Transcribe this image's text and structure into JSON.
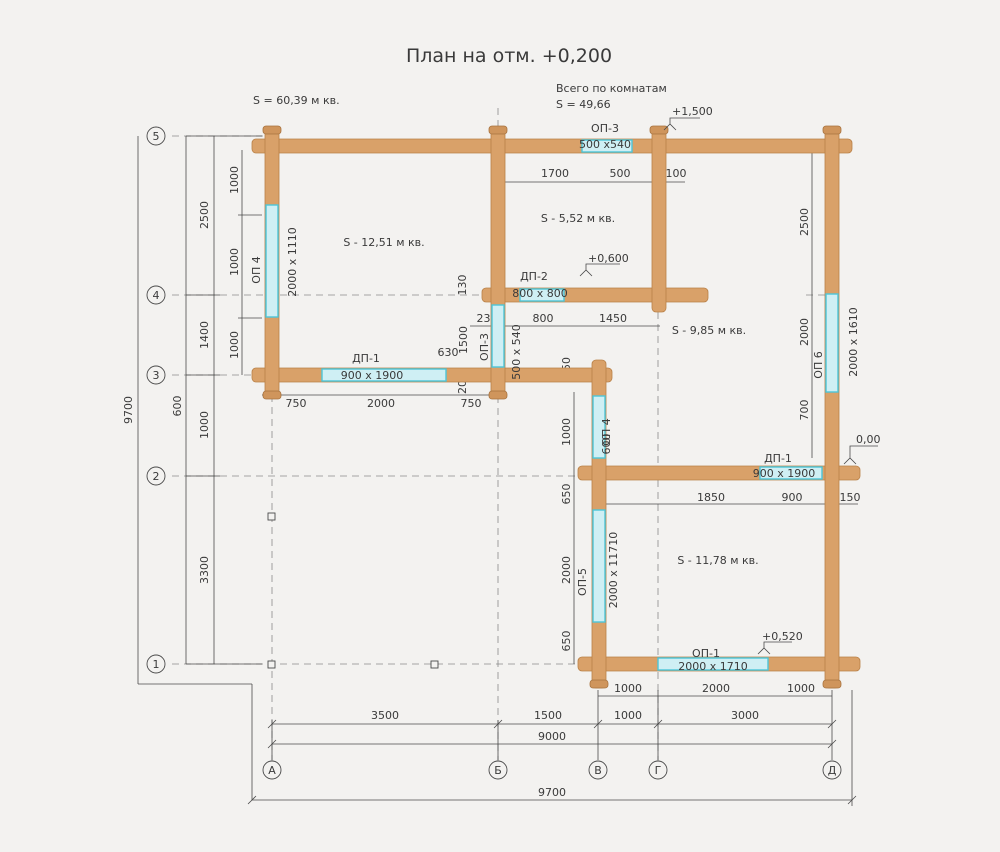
{
  "title": "План на отм. +0,200",
  "totals": {
    "area_total": "S  =  60,39 м кв.",
    "rooms_caption": "Всего по комнатам",
    "rooms_area": "S  =  49,66"
  },
  "rooms": [
    {
      "id": "room-1",
      "text": "S  -  12,51 м кв."
    },
    {
      "id": "room-2",
      "text": "S  -  5,52 м кв."
    },
    {
      "id": "room-3",
      "text": "S  -  9,85 м кв."
    },
    {
      "id": "room-4",
      "text": "S  -  11,78 м кв."
    }
  ],
  "axes": {
    "rows": [
      "5",
      "4",
      "3",
      "2",
      "1"
    ],
    "cols": [
      "А",
      "Б",
      "В",
      "Г",
      "Д"
    ]
  },
  "openings": {
    "op3_top_label": "ОП-3",
    "op3_top_size": "500 х540",
    "op4_label": "ОП 4",
    "op4_size": "2000 х 1110",
    "dp2_label": "ДП-2",
    "dp2_size": "800 х 800",
    "op3_mid_label": "ОП-3",
    "op3_mid_size": "500 х 540",
    "dp1_left_label": "ДП-1",
    "dp1_left_size": "900 х 1900",
    "op4b_label": "ОП 4",
    "op4b_size": "600",
    "dp1_right_label": "ДП-1",
    "dp1_right_size": "900 х 1900",
    "op6_label": "ОП 6",
    "op6_size": "2000 х 1610",
    "op5_label": "ОП-5",
    "op5_size": "2000 х 11710",
    "op1_label": "ОП-1",
    "op1_size": "2000 х 1710"
  },
  "levels": {
    "l1500": "+1,500",
    "l0600": "+0,600",
    "l0000": "0,00",
    "l0520": "+0,520"
  },
  "dims": {
    "left_outer": "9700",
    "left_mid_a": "2500",
    "left_mid_b": "1400",
    "left_mid_c": "600",
    "left_mid_d": "1000",
    "left_mid_e": "3300",
    "wall_a": "1000",
    "wall_b": "1000",
    "wall_c": "1000",
    "top_1700": "1700",
    "top_500": "500",
    "top_100": "100",
    "right_2500": "2500",
    "right_2000": "2000",
    "right_700": "700",
    "mid_130": "130",
    "mid_235": "235",
    "mid_800": "800",
    "mid_1450": "1450",
    "mid_1500": "1500",
    "mid_630": "630",
    "mid_20": "20",
    "mid_50": "50",
    "row3_750a": "750",
    "row3_2000": "2000",
    "row3_750b": "750",
    "v_1000": "1000",
    "v_650a": "650",
    "v_2000": "2000",
    "v_650b": "650",
    "row2_1850": "1850",
    "row2_900": "900",
    "row2_150": "150",
    "row1_1000a": "1000",
    "row1_2000": "2000",
    "row1_1000b": "1000",
    "bot_3500": "3500",
    "bot_1500": "1500",
    "bot_1000": "1000",
    "bot_3000": "3000",
    "bot_9000": "9000",
    "bot_9700": "9700"
  }
}
